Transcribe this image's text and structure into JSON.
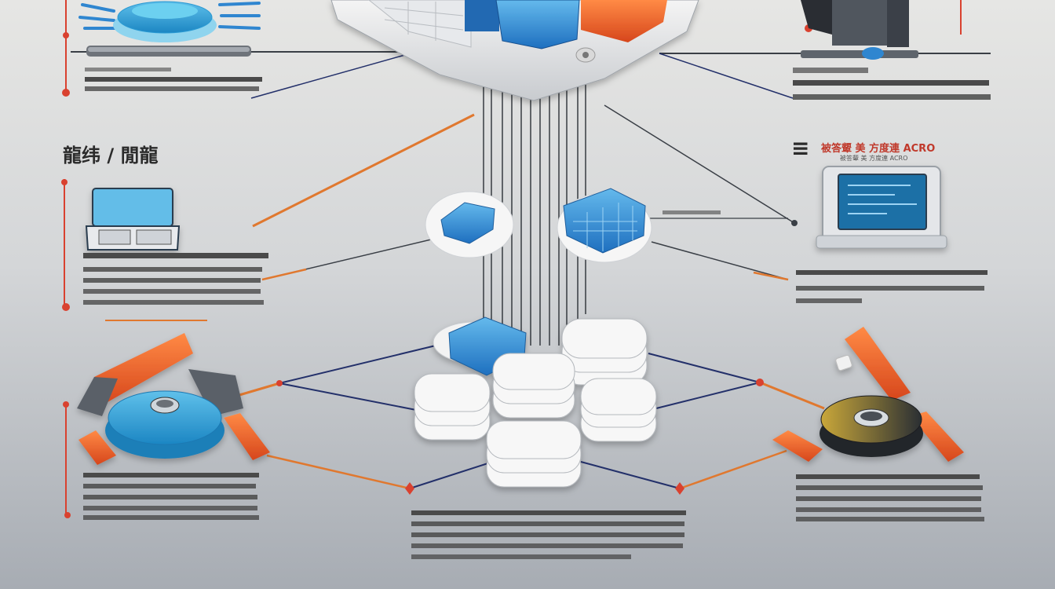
{
  "diagram": {
    "heading_left": "龍纬 / 閒龍",
    "heading_right_icon": "≡",
    "heading_right_text": "被答颦 美 方度連 ACRO",
    "heading_right_sub": "被答颦 美 方度連 ACRO",
    "nodes": [
      {
        "id": "top-panel",
        "icon": "control-panel-icon"
      },
      {
        "id": "top-left-device",
        "icon": "spinning-disc-icon"
      },
      {
        "id": "top-right-building",
        "icon": "building-icon"
      },
      {
        "id": "left-laptop",
        "icon": "laptop-icon"
      },
      {
        "id": "right-monitor",
        "icon": "monitor-icon"
      },
      {
        "id": "mid-left-chip",
        "icon": "chip-icon"
      },
      {
        "id": "mid-right-chip",
        "icon": "circuit-chip-icon"
      },
      {
        "id": "center-stack",
        "icon": "server-stack-icon"
      },
      {
        "id": "left-disc",
        "icon": "blue-disc-icon"
      },
      {
        "id": "right-disc",
        "icon": "yellow-disc-icon"
      }
    ]
  },
  "colors": {
    "accent_blue": "#2f86d0",
    "accent_orange": "#f0672a",
    "connector_navy": "#23306a",
    "connector_orange": "#e0782f",
    "marker_red": "#d9412f",
    "text_dark": "#4a4a4a"
  }
}
